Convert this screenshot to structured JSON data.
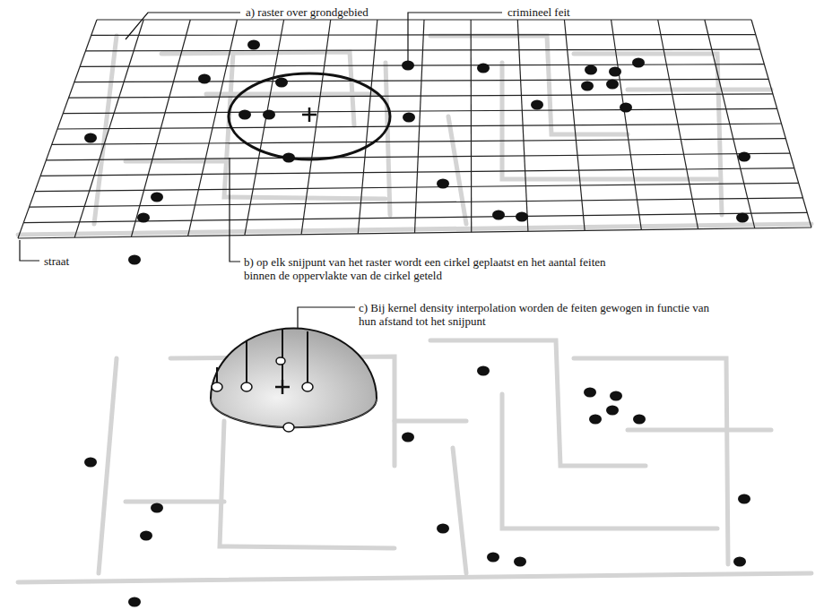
{
  "diagram": {
    "labels": [
      "a) raster over grondgebied",
      "crimineel feit",
      "straat",
      "b) op elk snijpunt van het raster wordt een cirkel geplaatst en het aantal feiten binnen de oppervlakte van de cirkel geteld",
      "c) Bij kernel density interpolation worden de feiten gewogen in functie van hun afstand tot het snijpunt"
    ]
  }
}
